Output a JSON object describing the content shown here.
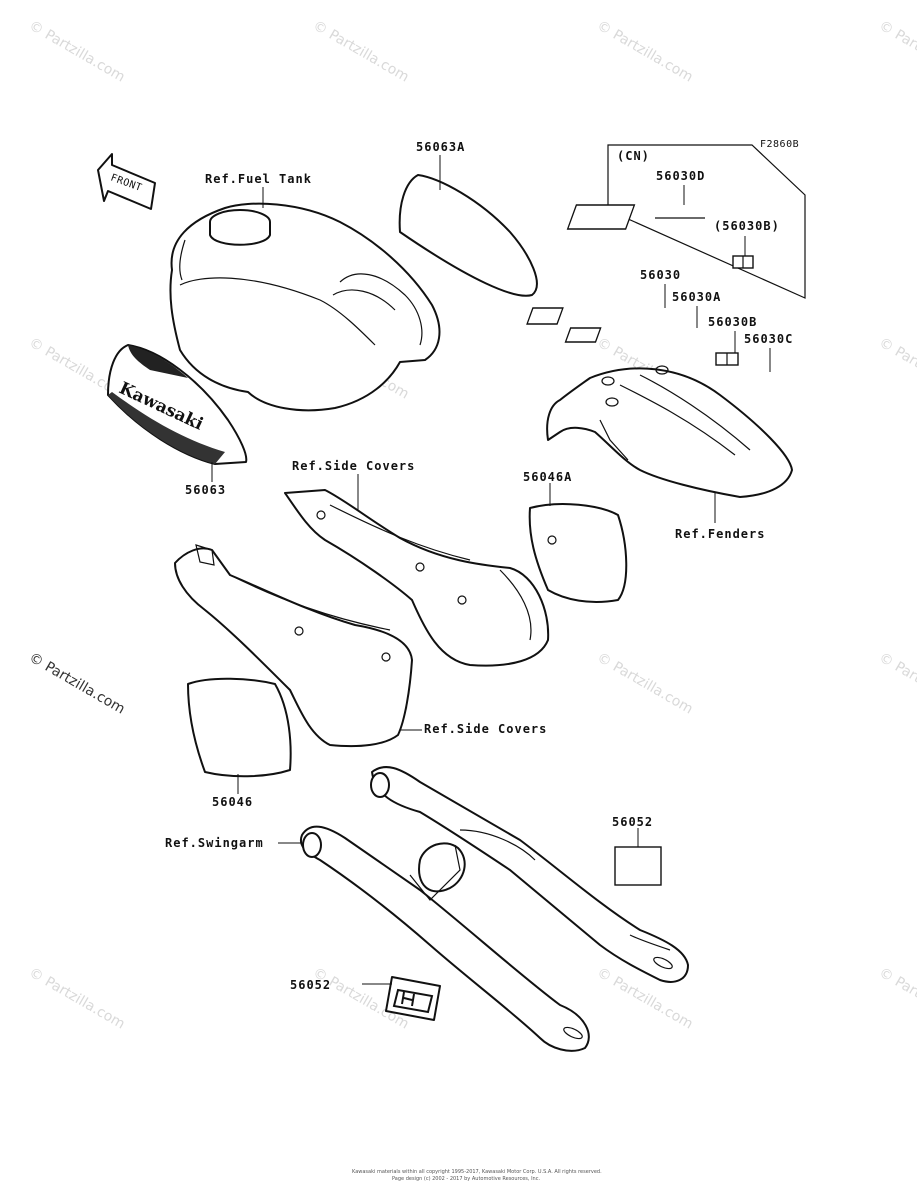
{
  "figure_code": "F2860B",
  "region_box_label": "(CN)",
  "labels": {
    "fuel_tank": "Ref.Fuel Tank",
    "p56063A": "56063A",
    "p56063": "56063",
    "p56030D": "56030D",
    "p56030B_paren": "(56030B)",
    "p56030": "56030",
    "p56030A": "56030A",
    "p56030B": "56030B",
    "p56030C": "56030C",
    "side_covers_top": "Ref.Side Covers",
    "p56046A": "56046A",
    "fenders": "Ref.Fenders",
    "side_covers_bottom": "Ref.Side Covers",
    "p56046": "56046",
    "swingarm": "Ref.Swingarm",
    "p56052_right": "56052",
    "p56052_left": "56052"
  },
  "front_arrow_text": "FRONT",
  "decal_brand_text": "Kawasaki",
  "watermark": "© Partzilla.com",
  "copyright_line1": "Kawasaki materials within all copyright 1995-2017, Kawasaki Motor Corp. U.S.A. All rights reserved.",
  "copyright_line2": "Page design (c) 2002 - 2017 by Automotive Resources, Inc."
}
